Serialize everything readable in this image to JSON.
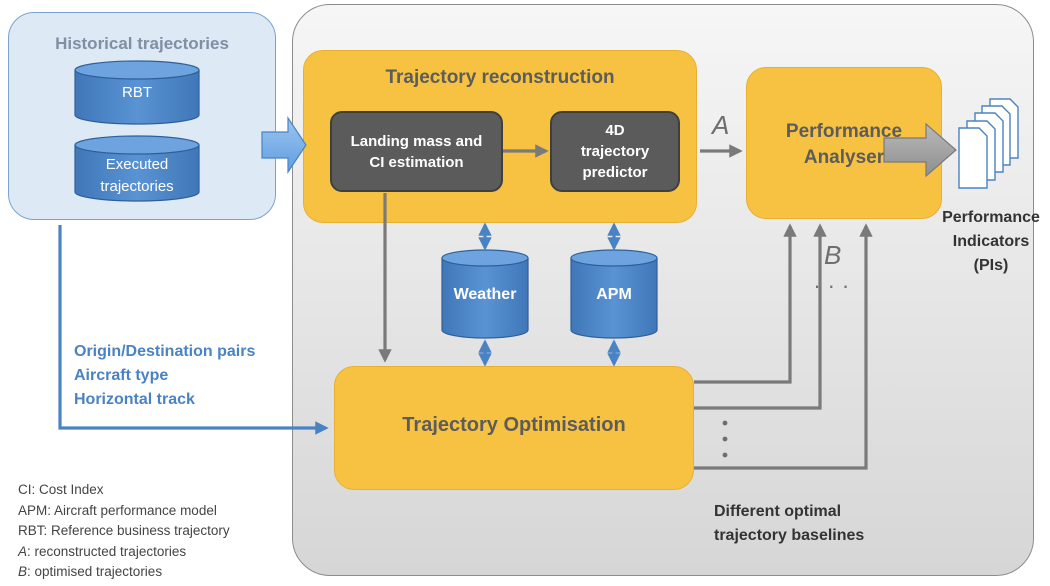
{
  "historical": {
    "title": "Historical trajectories",
    "db_rbt": "RBT",
    "db_executed": "Executed\ntrajectories"
  },
  "reconstruction": {
    "title": "Trajectory reconstruction",
    "landing_box": "Landing mass and\nCI estimation",
    "predictor_box": "4D\ntrajectory\npredictor"
  },
  "databases": {
    "weather": "Weather",
    "apm": "APM"
  },
  "performance": {
    "title": "Performance\nAnalyser",
    "output_label": "Performance\nIndicators\n(PIs)"
  },
  "optimisation": {
    "title": "Trajectory Optimisation",
    "baselines_label": "Different optimal\ntrajectory baselines"
  },
  "flow_labels": {
    "a": "A",
    "b": "B",
    "dots_h": ". . .",
    "inputs": [
      "Origin/Destination pairs",
      "Aircraft type",
      "Horizontal track"
    ]
  },
  "legend": [
    {
      "key": "CI",
      "text": ": Cost Index",
      "italic": false
    },
    {
      "key": "APM",
      "text": ": Aircraft performance model",
      "italic": false
    },
    {
      "key": "RBT",
      "text": ": Reference business trajectory",
      "italic": false
    },
    {
      "key": "A",
      "text": ": reconstructed trajectories",
      "italic": true
    },
    {
      "key": "B",
      "text": ": optimised trajectories",
      "italic": true
    }
  ],
  "colors": {
    "orange": "#f7c242",
    "dark_box": "#5b5b5b",
    "db_blue": "#4a83c4",
    "panel_blue": "#dde9f5",
    "arrow_gray": "#7a7a7a",
    "input_blue": "#4a83c4"
  }
}
